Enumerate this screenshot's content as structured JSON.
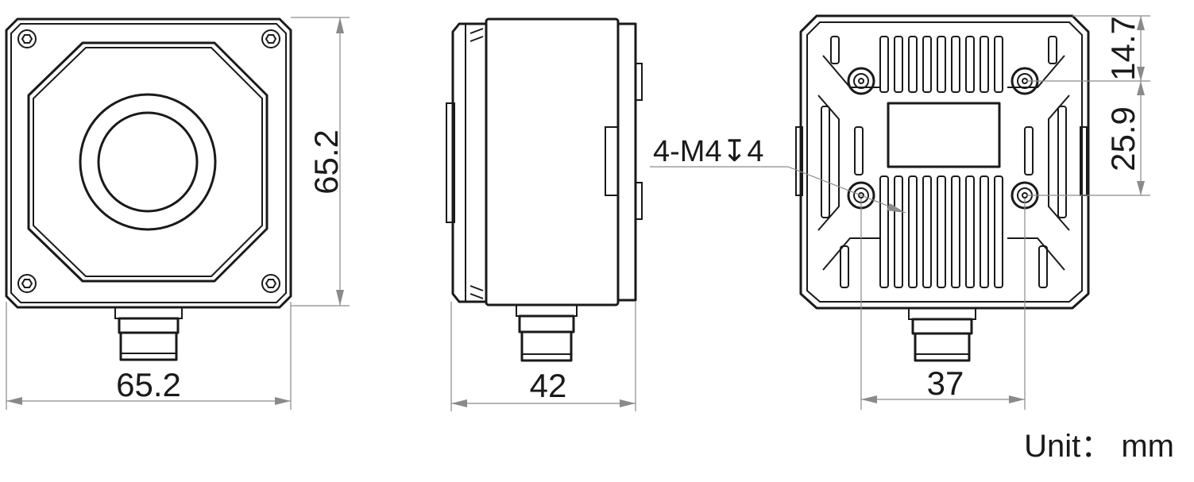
{
  "front_view": {
    "height_label": "65.2",
    "width_label": "65.2"
  },
  "side_view": {
    "depth_label": "42"
  },
  "rear_view": {
    "hole_spacing_label": "37",
    "top_offset_label": "14.7",
    "vertical_spacing_label": "25.9",
    "thread_callout": "4-M4",
    "thread_depth": "4"
  },
  "unit_label": "Unit： mm",
  "colors": {
    "outline": "#1a1a1a",
    "dimension": "#8a8a8a"
  }
}
